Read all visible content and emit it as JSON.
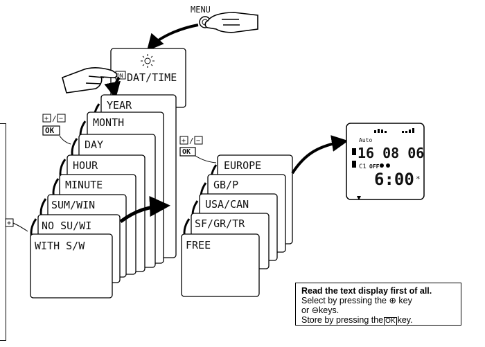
{
  "menu_label": "MENU",
  "on_key": "ON",
  "datetime_card": "DAT/TIME",
  "settings_cards": [
    "YEAR",
    "MONTH",
    "DAY",
    "HOUR",
    "MINUTE",
    "SUM/WIN",
    "NO SU/WI",
    "WITH S/W"
  ],
  "region_cards": [
    "EUROPE",
    "GB/P",
    "USA/CAN",
    "SF/GR/TR",
    "FREE"
  ],
  "key_plus": "+",
  "key_minus": "−",
  "key_slash": "/",
  "key_ok": "OK",
  "display": {
    "mode": "Auto",
    "date": "16 08 06",
    "channel": "C1",
    "status": "OFF",
    "time": "6:00",
    "asterisk": "*"
  },
  "instructions": {
    "title": "Read the text display first of all.",
    "line1": "Select by pressing the ⊕ key",
    "line2": "or ⊖keys.",
    "line3_pre": "Store by pressing the",
    "line3_key": "OK",
    "line3_post": "key."
  }
}
